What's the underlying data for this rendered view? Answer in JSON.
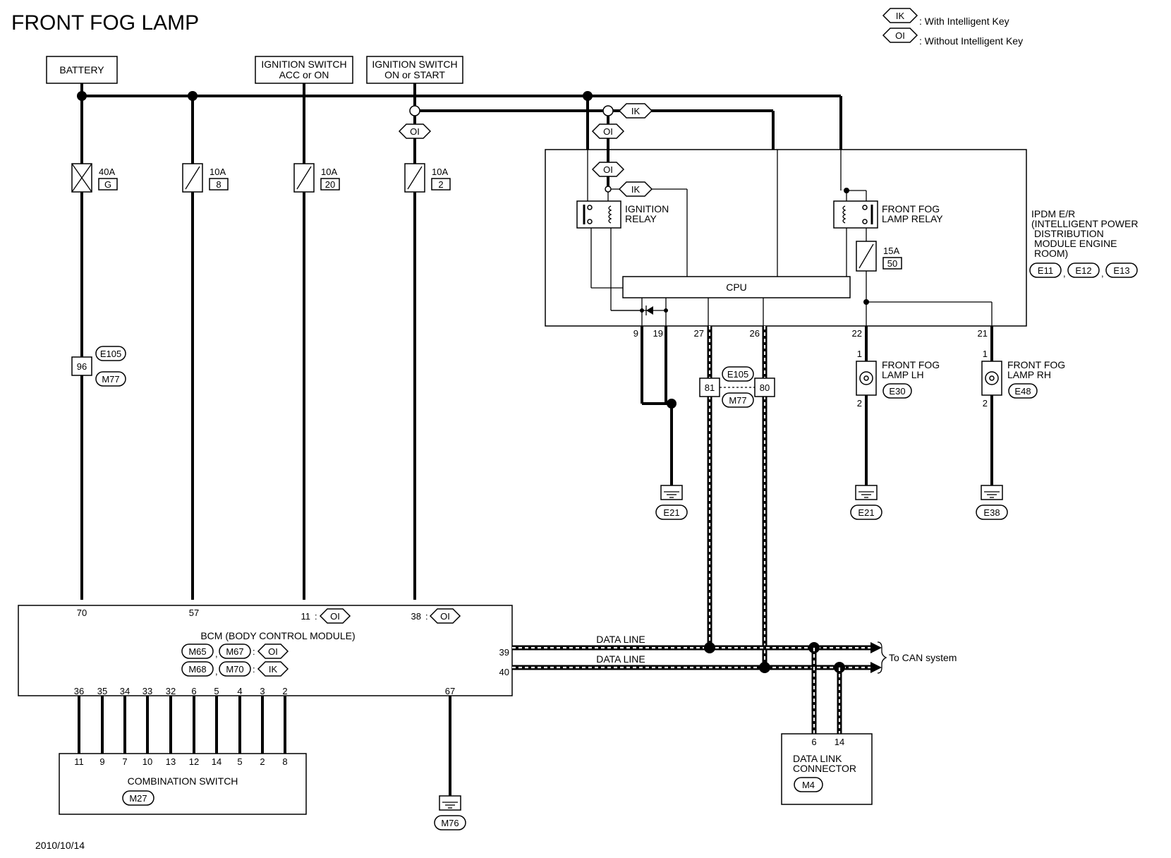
{
  "title": "FRONT FOG LAMP",
  "legend": {
    "ik_tag": "IK",
    "ik_text": ": With Intelligent Key",
    "oi_tag": "OI",
    "oi_text": ": Without Intelligent Key"
  },
  "supplies": {
    "battery": "BATTERY",
    "ign_acc_1": "IGNITION SWITCH",
    "ign_acc_2": "ACC or ON",
    "ign_on_1": "IGNITION SWITCH",
    "ign_on_2": "ON or START"
  },
  "fuses": [
    {
      "amp": "40A",
      "id": "G"
    },
    {
      "amp": "10A",
      "id": "8"
    },
    {
      "amp": "10A",
      "id": "20"
    },
    {
      "amp": "10A",
      "id": "2"
    },
    {
      "amp": "15A",
      "id": "50"
    }
  ],
  "tags": {
    "oi": "OI",
    "ik": "IK"
  },
  "ipdm": {
    "name_1": "IPDM E/R",
    "name_2": "(INTELLIGENT POWER",
    "name_3": "DISTRIBUTION",
    "name_4": "MODULE ENGINE",
    "name_5": "ROOM)",
    "conn_1": "E11",
    "conn_2": "E12",
    "conn_3": "E13",
    "sep": ",",
    "cpu": "CPU",
    "ign_relay_1": "IGNITION",
    "ign_relay_2": "RELAY",
    "fog_relay_1": "FRONT FOG",
    "fog_relay_2": "LAMP RELAY",
    "pins": [
      "9",
      "19",
      "27",
      "26",
      "22",
      "21"
    ]
  },
  "joint": {
    "conn_top": "E105",
    "conn_bottom": "M77",
    "pin_left": "81",
    "pin_right": "80",
    "pin_96": "96"
  },
  "lamps": {
    "lh_1": "FRONT FOG",
    "lh_2": "LAMP LH",
    "lh_conn": "E30",
    "rh_1": "FRONT FOG",
    "rh_2": "LAMP RH",
    "rh_conn": "E48",
    "pin1": "1",
    "pin2": "2"
  },
  "grounds": [
    "E21",
    "E21",
    "E38",
    "M76"
  ],
  "bcm": {
    "name": "BCM (BODY CONTROL MODULE)",
    "c1": "M65",
    "c2": "M67",
    "c3": "M68",
    "c4": "M70",
    "colon": ":",
    "pin_70": "70",
    "pin_57": "57",
    "pin_11": "11",
    "pin_38": "38",
    "pin_39": "39",
    "pin_40": "40",
    "pin_67": "67",
    "bottom_pins": [
      "36",
      "35",
      "34",
      "33",
      "32",
      "6",
      "5",
      "4",
      "3",
      "2"
    ]
  },
  "combo": {
    "name": "COMBINATION SWITCH",
    "conn": "M27",
    "pins": [
      "11",
      "9",
      "7",
      "10",
      "13",
      "12",
      "14",
      "5",
      "2",
      "8"
    ]
  },
  "data_line": {
    "label_1": "DATA LINE",
    "label_2": "DATA LINE",
    "to_can": "To CAN system"
  },
  "dlc": {
    "name_1": "DATA LINK",
    "name_2": "CONNECTOR",
    "conn": "M4",
    "pin_a": "6",
    "pin_b": "14"
  },
  "date": "2010/10/14"
}
